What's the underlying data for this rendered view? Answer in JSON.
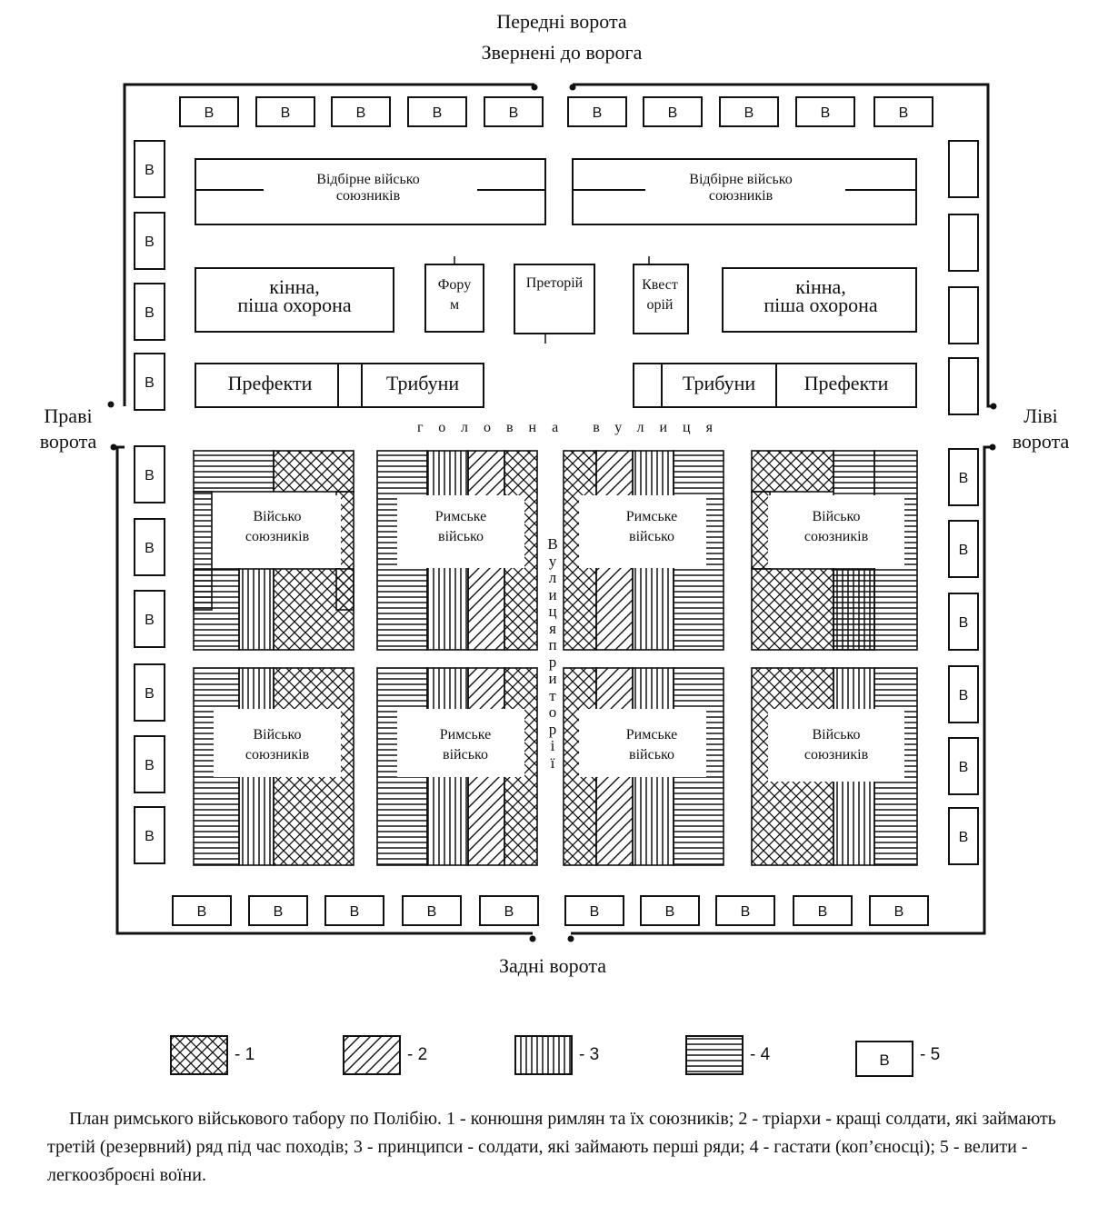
{
  "gates": {
    "front": "Передні ворота",
    "front_sub": "Звернені до ворога",
    "rear": "Задні ворота",
    "right": [
      "Праві",
      "ворота"
    ],
    "left": [
      "Ліві",
      "ворота"
    ]
  },
  "block_labels": {
    "selected_allies": [
      "Відбірне військо",
      "союзників"
    ],
    "guard": [
      "кінна,",
      "піша охорона"
    ],
    "forum": [
      "Фору",
      "м"
    ],
    "praetorium": "Преторій",
    "quaestorium": [
      "Квест",
      "орій"
    ],
    "prefects": "Префекти",
    "tribunes": "Трибуни",
    "main_street": "головна вулиця",
    "via_praetoria": "Вулиця приторії",
    "allied_troops": [
      "Військо",
      "союзників"
    ],
    "roman_troops": [
      "Римське",
      "військо"
    ],
    "velites": "В"
  },
  "legend": [
    {
      "pattern": "cross",
      "label": "1"
    },
    {
      "pattern": "diag",
      "label": "2"
    },
    {
      "pattern": "vert",
      "label": "3"
    },
    {
      "pattern": "horiz",
      "label": "4"
    },
    {
      "pattern": "box",
      "label": "5",
      "box_text": "В"
    }
  ],
  "caption": "План римського військового табору по Полібію. 1 - конюшня римлян та їх союзників; 2 - тріархи - кращі солдати, які займають третій (резервний) ряд під час походів; 3 - принципси - солдати, які займають перші ряди; 4 - гастати (коп’єносці); 5 - велити - легкоозброєні воїни."
}
